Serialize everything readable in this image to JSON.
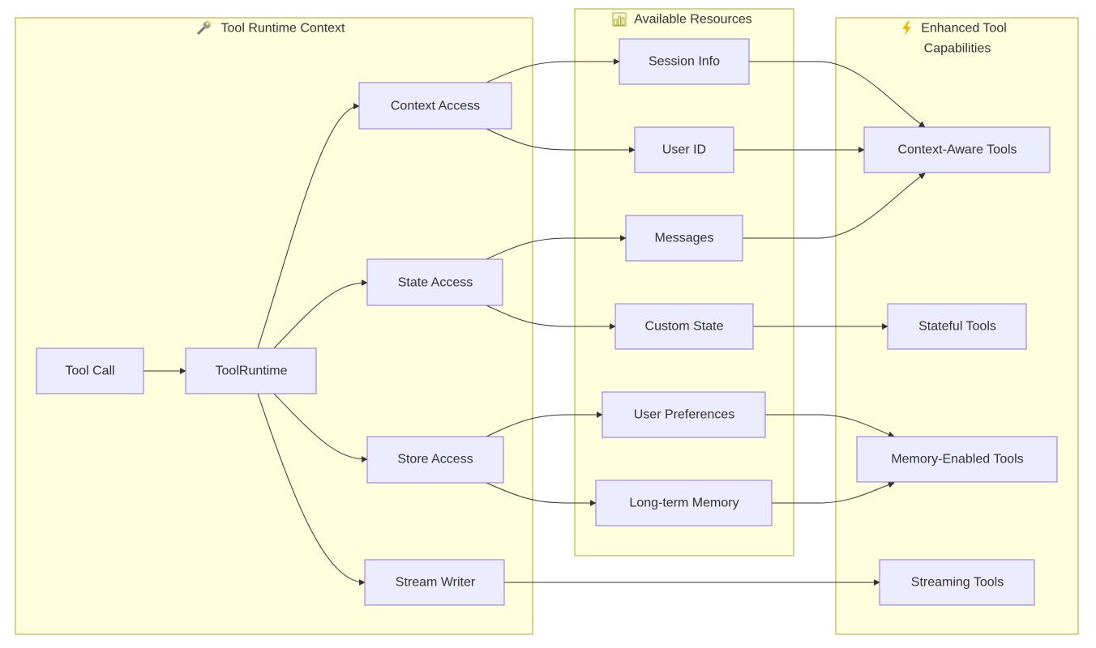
{
  "clusters": {
    "runtime": {
      "icon": "wrench-icon",
      "title": "Tool Runtime Context"
    },
    "resources": {
      "icon": "bar-chart-icon",
      "title": "Available Resources"
    },
    "enhanced": {
      "icon": "lightning-icon",
      "title_line1": "Enhanced Tool",
      "title_line2": "Capabilities"
    }
  },
  "nodes": {
    "tool_call": "Tool Call",
    "tool_runtime": "ToolRuntime",
    "context_access": "Context Access",
    "state_access": "State Access",
    "store_access": "Store Access",
    "stream_writer": "Stream Writer",
    "session_info": "Session Info",
    "user_id": "User ID",
    "messages": "Messages",
    "custom_state": "Custom State",
    "user_preferences": "User Preferences",
    "long_term_memory": "Long-term Memory",
    "context_aware_tools": "Context-Aware Tools",
    "stateful_tools": "Stateful Tools",
    "memory_enabled_tools": "Memory-Enabled Tools",
    "streaming_tools": "Streaming Tools"
  },
  "edges": [
    [
      "tool_call",
      "tool_runtime"
    ],
    [
      "tool_runtime",
      "context_access"
    ],
    [
      "tool_runtime",
      "state_access"
    ],
    [
      "tool_runtime",
      "store_access"
    ],
    [
      "tool_runtime",
      "stream_writer"
    ],
    [
      "context_access",
      "session_info"
    ],
    [
      "context_access",
      "user_id"
    ],
    [
      "state_access",
      "messages"
    ],
    [
      "state_access",
      "custom_state"
    ],
    [
      "store_access",
      "user_preferences"
    ],
    [
      "store_access",
      "long_term_memory"
    ],
    [
      "session_info",
      "context_aware_tools"
    ],
    [
      "user_id",
      "context_aware_tools"
    ],
    [
      "messages",
      "context_aware_tools"
    ],
    [
      "custom_state",
      "stateful_tools"
    ],
    [
      "user_preferences",
      "memory_enabled_tools"
    ],
    [
      "long_term_memory",
      "memory_enabled_tools"
    ],
    [
      "stream_writer",
      "streaming_tools"
    ]
  ]
}
